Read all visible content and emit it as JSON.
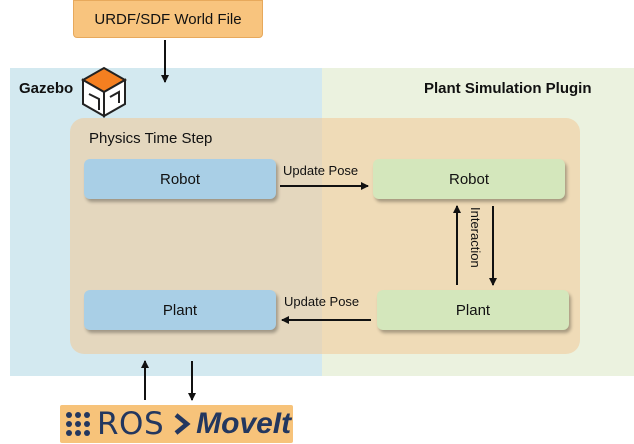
{
  "world_file": {
    "label": "URDF/SDF World File"
  },
  "gazebo": {
    "label": "Gazebo",
    "logo_icon": "gazebo-logo-icon"
  },
  "plugin": {
    "label": "Plant Simulation Plugin"
  },
  "physics": {
    "label": "Physics Time Step"
  },
  "left_column": {
    "robot": "Robot",
    "plant": "Plant"
  },
  "right_column": {
    "robot": "Robot",
    "plant": "Plant"
  },
  "edges": {
    "update_pose_top": "Update Pose",
    "update_pose_bottom": "Update Pose",
    "interaction": "Interaction"
  },
  "ros_logo": {
    "ros_text": "ROS",
    "moveit_text": "MoveIt",
    "icon": "ros-dots-icon"
  },
  "colors": {
    "left_panel": "#d3e9f0",
    "right_panel": "#ebf2df",
    "physics": "#f2c896",
    "blue_box": "#a9cfe6",
    "green_box": "#d4e7bc",
    "file_box": "#f8c47e",
    "ros_bg": "#f7c37a",
    "ros_text": "#23375f",
    "gazebo_orange": "#f47f20"
  }
}
